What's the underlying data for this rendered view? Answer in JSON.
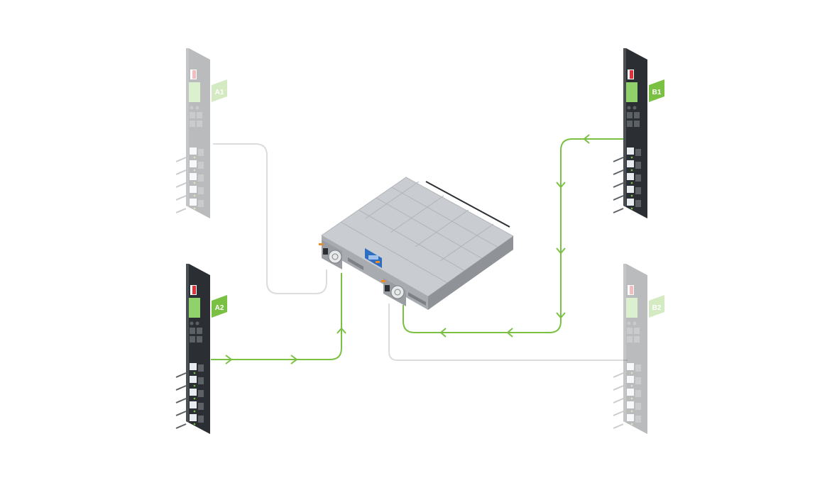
{
  "diagram": {
    "pdus": [
      {
        "id": "A1",
        "label": "A1",
        "state": "inactive"
      },
      {
        "id": "A2",
        "label": "A2",
        "state": "active"
      },
      {
        "id": "B1",
        "label": "B1",
        "state": "active"
      },
      {
        "id": "B2",
        "label": "B2",
        "state": "inactive"
      }
    ],
    "connections": [
      {
        "from": "A1",
        "to": "server-psu-left",
        "state": "inactive"
      },
      {
        "from": "A2",
        "to": "server-psu-left",
        "state": "active"
      },
      {
        "from": "B1",
        "to": "server-psu-right",
        "state": "active"
      },
      {
        "from": "B2",
        "to": "server-psu-right",
        "state": "inactive"
      }
    ],
    "colors": {
      "active": "#7ac143",
      "inactive": "#dcdcdc",
      "pdu_body": "#2b2f33",
      "label_bg": "#7ac143",
      "server_top": "#c8cbce",
      "server_front": "#a9adb1",
      "server_side": "#8e9296",
      "handle_blue": "#2e6fc2",
      "accent_orange": "#f08a24"
    }
  }
}
